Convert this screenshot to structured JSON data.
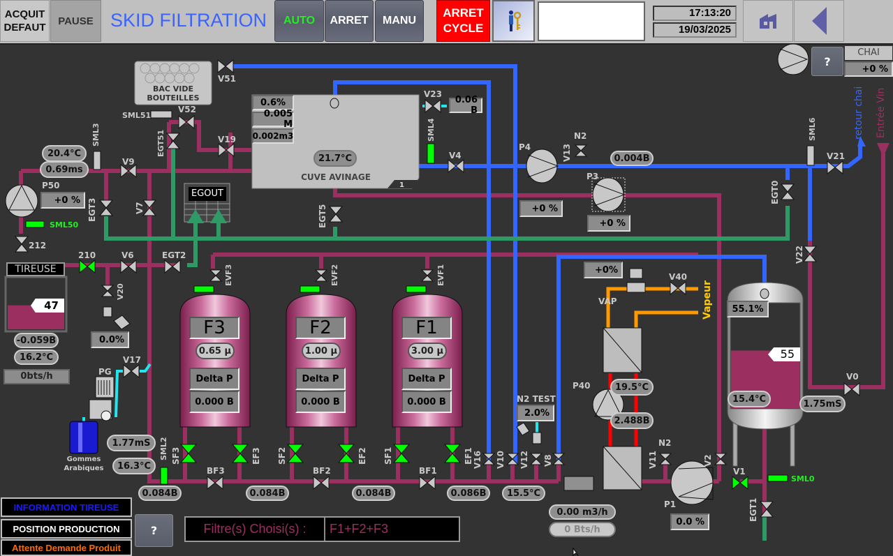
{
  "topbar": {
    "acquit_defaut": "ACQUIT\nDEFAUT",
    "pause": "PAUSE",
    "title": "SKID FILTRATION",
    "auto": "AUTO",
    "arret": "ARRET",
    "manu": "MANU",
    "arret_cycle": "ARRET\nCYCLE",
    "user_field": "",
    "time": "17:13:20",
    "date": "19/03/2025"
  },
  "chai": {
    "label": "CHAI",
    "value": "+0 %",
    "help": "?"
  },
  "flows": {
    "retour_chai": "retour chai",
    "entree_vin": "Entrée Vin",
    "vapeur": "Vapeur"
  },
  "bac_vide": {
    "line1": "BAC VIDE",
    "line2": "BOUTEILLES"
  },
  "egout": "EGOUT",
  "cuve_avinage": {
    "name": "CUVE AVINAGE",
    "level_pct": "0.6%",
    "height": "0.005 M",
    "volume": "0.002m3",
    "temperature": "21.7°C",
    "number": "1"
  },
  "v23_pressure": "0.06 B",
  "p50": {
    "label": "P50",
    "temperature": "20.4°C",
    "conductivity": "0.69ms",
    "speed": "+0 %"
  },
  "p4": {
    "label": "P4",
    "speed": "+0 %"
  },
  "p3": {
    "label": "P3",
    "speed": "+0 %"
  },
  "line_pressure": "0.004B",
  "tireuse": {
    "title": "TIREUSE",
    "level": "47",
    "level_fraction": 0.47,
    "pressure": "-0.059B",
    "temperature": "16.2°C",
    "rate": "0bts/h"
  },
  "v20_pct": "0.0%",
  "pg": {
    "label": "PG",
    "tank_label_1": "Gommes",
    "tank_label_2": "Arabiques"
  },
  "left_conductivity": "1.77mS",
  "left_temperature": "16.3°C",
  "filters": [
    {
      "name": "F3",
      "micron": "0.65 µ",
      "delta_label": "Delta P",
      "delta_value": "0.000 B",
      "evf": "EVF3",
      "sf": "SF3",
      "ef": "EF3",
      "bf": "BF3",
      "pressure": "0.084B"
    },
    {
      "name": "F2",
      "micron": "1.00 µ",
      "delta_label": "Delta P",
      "delta_value": "0.000 B",
      "evf": "EVF2",
      "sf": "SF2",
      "ef": "EF2",
      "bf": "BF2",
      "pressure": "0.084B"
    },
    {
      "name": "F1",
      "micron": "3.00 µ",
      "delta_label": "Delta P",
      "delta_value": "0.000 B",
      "evf": "EVF1",
      "sf": "SF1",
      "ef": "EF1",
      "bf": "BF1",
      "pressure": "0.084B"
    }
  ],
  "outlet_pressure": "0.086B",
  "collector_temperature": "15.5°C",
  "n2_test": {
    "label": "N2 TEST",
    "value": "2.0%"
  },
  "vap": {
    "label": "VAP",
    "value": "+0%"
  },
  "p40": {
    "label": "P40",
    "temperature": "19.5°C",
    "pressure": "2.488B"
  },
  "flowmeter": {
    "flow": "0.00 m3/h",
    "rate": "0 Bts/h"
  },
  "p1": {
    "label": "P1",
    "speed": "0.0 %"
  },
  "buffer_tank": {
    "level_pct": "55.1%",
    "level": "55",
    "level_fraction": 0.55,
    "temperature": "15.4°C",
    "conductivity": "1.75mS"
  },
  "valves": {
    "v51": "V51",
    "v52": "V52",
    "v19": "V19",
    "egt51": "EGT51",
    "sml51": "SML51",
    "sml3": "SML3",
    "v9": "V9",
    "egt3": "EGT3",
    "v7": "V7",
    "sml50": "SML50",
    "v212": "212",
    "v210": "210",
    "v6": "V6",
    "egt2": "EGT2",
    "v20": "V20",
    "v17": "V17",
    "egt5": "EGT5",
    "v23": "V23",
    "sml4": "SML4",
    "v4": "V4",
    "v13": "V13",
    "n2_top": "N2",
    "sml6": "SML6",
    "v21": "V21",
    "egt0": "EGT0",
    "v22": "V22",
    "v40": "V40",
    "v0": "V0",
    "sml2": "SML2",
    "v16": "V16",
    "v10": "V10",
    "v12": "V12",
    "v8": "V8",
    "v11": "V11",
    "n2_bottom": "N2",
    "v2": "V2",
    "v1": "V1",
    "sml0": "SML0",
    "egt1": "EGT1"
  },
  "bottom": {
    "info_tireuse": "INFORMATION TIREUSE",
    "position_production": "POSITION PRODUCTION",
    "status": "Attente Demande Produit",
    "help": "?",
    "filters_label": "Filtre(s) Choisi(s) :",
    "filters_value": "F1+F2+F3"
  },
  "colors": {
    "wine": "#9b3060",
    "water": "#3366ff",
    "drain": "#2e9a66",
    "steam": "#ff9900",
    "hot": "#ff0000",
    "gum": "#22e5ee",
    "valve_open": "#00ff00",
    "valve_closed": "#c8c8c8"
  }
}
